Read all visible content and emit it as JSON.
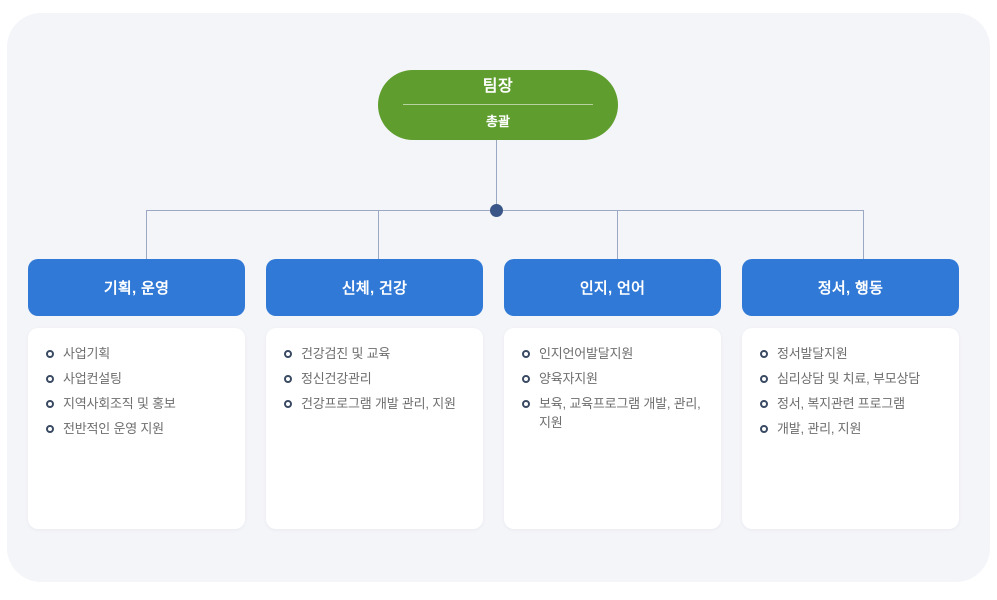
{
  "top_node": {
    "title": "팀장",
    "subtitle": "총괄"
  },
  "colors": {
    "page_background": "#f4f5f9",
    "top_node": "#5f9e2e",
    "column_header": "#3079d6",
    "connector_line": "#9aa8c4",
    "connector_dot": "#3a5587",
    "bullet": "#3a4a63",
    "item_text": "#6e6e6e"
  },
  "columns": [
    {
      "header": "기획, 운영",
      "items": [
        "사업기획",
        "사업컨설팅",
        "지역사회조직 및 홍보",
        "전반적인 운영 지원"
      ]
    },
    {
      "header": "신체, 건강",
      "items": [
        "건강검진 및 교육",
        "정신건강관리",
        "건강프로그램 개발 관리, 지원"
      ]
    },
    {
      "header": "인지, 언어",
      "items": [
        "인지언어발달지원",
        "양육자지원",
        "보육, 교육프로그램 개발, 관리, 지원"
      ]
    },
    {
      "header": "정서, 행동",
      "items": [
        "정서발달지원",
        "심리상담 및 치료, 부모상담",
        "정서, 복지관련 프로그램",
        "개발, 관리, 지원"
      ]
    }
  ]
}
